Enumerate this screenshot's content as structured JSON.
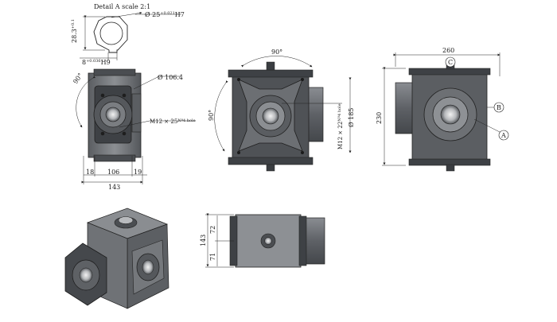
{
  "detail": {
    "title": "Detail A scale 2:1",
    "bore_label": "Ø 25",
    "bore_sup": "+0.021",
    "bore_fit": "H7",
    "height_label": "28.3",
    "height_sup": "+0.1",
    "key_label": "8",
    "key_sup": "+0.036",
    "key_fit": "H9"
  },
  "side_view": {
    "angle": "90°",
    "flange_diameter": "Ø 106.4",
    "thread": "M12 × 25",
    "thread_note": "Nº4 hole",
    "width_left": "18",
    "width_mid": "106",
    "width_right": "19",
    "width_total": "143"
  },
  "front_view": {
    "angle_top": "90°",
    "angle_left": "90°",
    "thread": "M12 × 22",
    "thread_note": "Nº4 hole",
    "diameter": "Ø 185"
  },
  "right_view": {
    "width": "260",
    "height": "230",
    "callout_c": "C",
    "callout_b": "B",
    "callout_a": "A"
  },
  "bottom_view": {
    "total": "143",
    "upper": "72",
    "lower": "71"
  },
  "colors": {
    "body": "#6e7176",
    "dark": "#3b3e42",
    "light": "#9a9ca0",
    "line": "#222222"
  }
}
